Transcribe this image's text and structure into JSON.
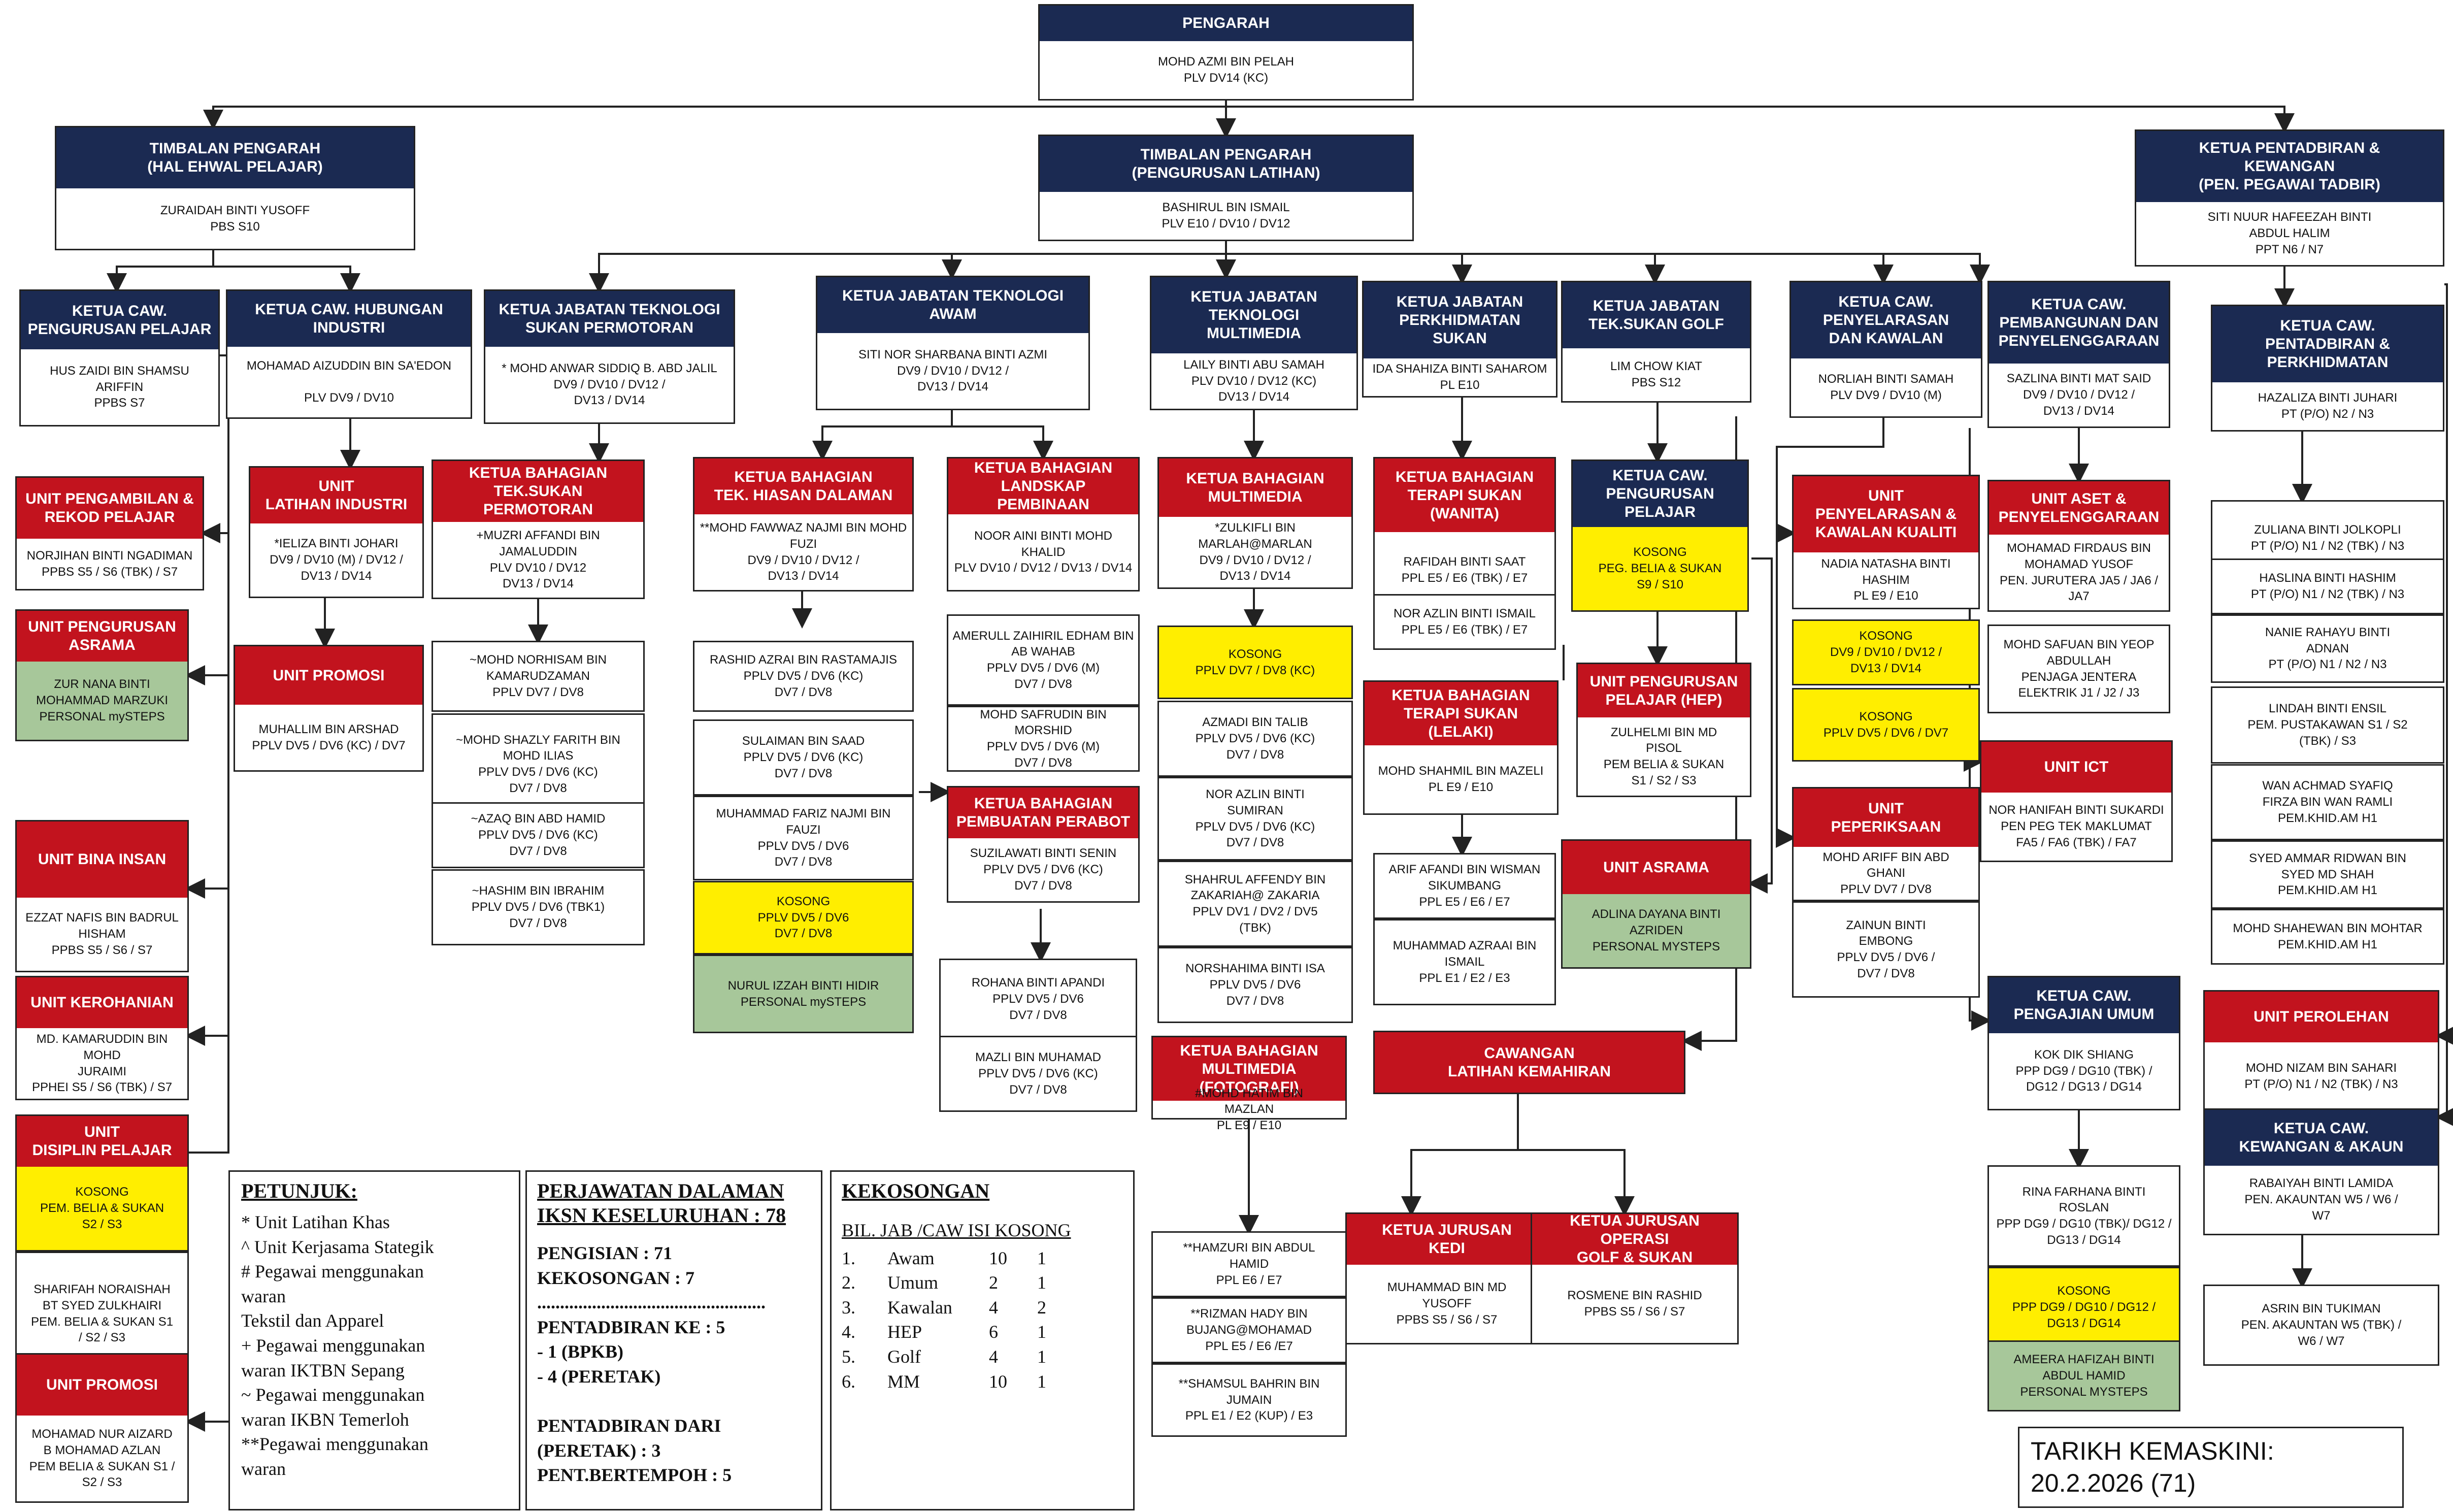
{
  "nodes": [
    {
      "id": "pengarah",
      "hdr": "PENGARAH",
      "hc": "navy",
      "body": "MOHD AZMI BIN PELAH\nPLV DV14 (KC)"
    },
    {
      "id": "tp_hep",
      "hdr": "TIMBALAN PENGARAH\n(HAL EHWAL PELAJAR)",
      "hc": "navy",
      "body": "ZURAIDAH BINTI YUSOFF\nPBS S10"
    },
    {
      "id": "tp_latihan",
      "hdr": "TIMBALAN PENGARAH\n(PENGURUSAN LATIHAN)",
      "hc": "navy",
      "body": "BASHIRUL BIN ISMAIL\nPLV E10 / DV10 / DV12"
    },
    {
      "id": "kp_kewangan",
      "hdr": "KETUA PENTADBIRAN &\nKEWANGAN\n(PEN. PEGAWAI TADBIR)",
      "hc": "navy",
      "body": "SITI NUUR HAFEEZAH BINTI\nABDUL HALIM\nPPT N6 / N7"
    },
    {
      "id": "kc_pelajar",
      "hdr": "KETUA CAW.\nPENGURUSAN PELAJAR",
      "hc": "navy",
      "body": "HUS ZAIDI BIN SHAMSU\nARIFFIN\nPPBS S7"
    },
    {
      "id": "kc_industri",
      "hdr": "KETUA CAW. HUBUNGAN\nINDUSTRI",
      "hc": "navy",
      "body": "MOHAMAD AIZUDDIN BIN SA'EDON\n\nPLV DV9 / DV10"
    },
    {
      "id": "kj_motor",
      "hdr": "KETUA JABATAN TEKNOLOGI\nSUKAN PERMOTORAN",
      "hc": "navy",
      "body": "* MOHD ANWAR SIDDIQ B. ABD JALIL\nDV9 / DV10 / DV12 /\nDV13 / DV14"
    },
    {
      "id": "kj_awam",
      "hdr": "KETUA JABATAN TEKNOLOGI\nAWAM",
      "hc": "navy",
      "body": "SITI NOR SHARBANA BINTI AZMI\nDV9 / DV10 / DV12 /\nDV13 / DV14"
    },
    {
      "id": "kj_mm",
      "hdr": "KETUA JABATAN\nTEKNOLOGI\nMULTIMEDIA",
      "hc": "navy",
      "body": "LAILY BINTI ABU SAMAH\nPLV DV10 / DV12 (KC)\nDV13 / DV14"
    },
    {
      "id": "kj_perkhidmatan",
      "hdr": "KETUA JABATAN\nPERKHIDMATAN\nSUKAN",
      "hc": "navy",
      "body": "IDA SHAHIZA BINTI SAHAROM\nPL E10"
    },
    {
      "id": "kj_golf",
      "hdr": "KETUA  JABATAN\nTEK.SUKAN GOLF",
      "hc": "navy",
      "body": "LIM CHOW KIAT\nPBS S12"
    },
    {
      "id": "kc_kawalan",
      "hdr": "KETUA CAW.\nPENYELARASAN\nDAN KAWALAN",
      "hc": "navy",
      "body": "NORLIAH BINTI SAMAH\nPLV DV9 / DV10 (M)"
    },
    {
      "id": "kc_pembangunan",
      "hdr": "KETUA CAW.\nPEMBANGUNAN DAN\nPENYELENGGARAAN",
      "hc": "navy",
      "body": "SAZLINA BINTI MAT SAID\nDV9 / DV10 / DV12 /\nDV13 / DV14"
    },
    {
      "id": "kc_pentadbiran",
      "hdr": "KETUA CAW.\nPENTADBIRAN &\nPERKHIDMATAN",
      "hc": "navy",
      "body": "HAZALIZA BINTI JUHARI\nPT (P/O) N2 / N3"
    },
    {
      "id": "u_pengambilan",
      "hdr": "UNIT PENGAMBILAN &\nREKOD PELAJAR",
      "hc": "red",
      "body": "NORJIHAN BINTI NGADIMAN\nPPBS S5 / S6 (TBK) / S7"
    },
    {
      "id": "u_asrama1",
      "hdr": "UNIT PENGURUSAN\nASRAMA",
      "hc": "red",
      "body": "ZUR NANA BINTI\nMOHAMMAD MARZUKI\nPERSONAL mySTEPS",
      "bc": "green"
    },
    {
      "id": "u_insan",
      "hdr": "UNIT BINA INSAN",
      "hc": "red",
      "body": "EZZAT NAFIS BIN BADRUL\nHISHAM\nPPBS S5 / S6 / S7"
    },
    {
      "id": "u_kerohanian",
      "hdr": "UNIT KEROHANIAN",
      "hc": "red",
      "body": "MD. KAMARUDDIN BIN MOHD\nJURAIMI\nPPHEI S5 / S6 (TBK) / S7"
    },
    {
      "id": "u_disiplin",
      "hdr": "UNIT\nDISIPLIN PELAJAR",
      "hc": "red",
      "body": "KOSONG\nPEM. BELIA & SUKAN\nS2 / S3",
      "bc": "yellow"
    },
    {
      "id": "u_disiplin2",
      "body": "SHARIFAH NORAISHAH\nBT SYED ZULKHAIRI\nPEM. BELIA & SUKAN S1\n/ S2 / S3"
    },
    {
      "id": "u_promosi1",
      "hdr": "UNIT PROMOSI",
      "hc": "red",
      "body": "MOHAMAD NUR AIZARD\nB MOHAMAD AZLAN\nPEM BELIA & SUKAN S1 /\nS2 / S3"
    },
    {
      "id": "u_latihan_ind",
      "hdr": "UNIT\nLATIHAN INDUSTRI",
      "hc": "red",
      "body": "*IELIZA BINTI JOHARI\nDV9 / DV10 (M) / DV12 /\nDV13 / DV14"
    },
    {
      "id": "u_promosi2",
      "hdr": "UNIT PROMOSI",
      "hc": "red",
      "body": "MUHALLIM BIN ARSHAD\nPPLV DV5 / DV6 (KC) / DV7"
    },
    {
      "id": "kb_motor",
      "hdr": "KETUA BAHAGIAN\nTEK.SUKAN PERMOTORAN",
      "hc": "red",
      "body": "+MUZRI AFFANDI BIN JAMALUDDIN\nPLV DV10 / DV12\nDV13 / DV14"
    },
    {
      "id": "m1",
      "body": "~MOHD NORHISAM BIN\nKAMARUDZAMAN\nPPLV DV7 / DV8"
    },
    {
      "id": "m2",
      "body": "~MOHD SHAZLY FARITH BIN\nMOHD ILIAS\nPPLV DV5 / DV6 (KC)\nDV7 / DV8"
    },
    {
      "id": "m3",
      "body": "~AZAQ BIN ABD HAMID\nPPLV DV5 / DV6 (KC)\nDV7 / DV8"
    },
    {
      "id": "m4",
      "body": "~HASHIM BIN IBRAHIM\nPPLV DV5 / DV6 (TBK1)\nDV7 / DV8"
    },
    {
      "id": "kb_hiasan",
      "hdr": "KETUA BAHAGIAN\nTEK. HIASAN DALAMAN",
      "hc": "red",
      "body": "**MOHD FAWWAZ NAJMI BIN MOHD\nFUZI\nDV9 / DV10 / DV12 /\nDV13 / DV14"
    },
    {
      "id": "h1",
      "body": "RASHID AZRAI BIN RASTAMAJIS\nPPLV DV5 / DV6 (KC)\nDV7 / DV8"
    },
    {
      "id": "h2",
      "body": "SULAIMAN BIN SAAD\nPPLV DV5 / DV6 (KC)\nDV7 / DV8"
    },
    {
      "id": "h3",
      "body": "MUHAMMAD FARIZ NAJMI BIN FAUZI\nPPLV DV5 / DV6\nDV7 / DV8"
    },
    {
      "id": "h4",
      "body": "KOSONG\nPPLV DV5 / DV6\nDV7 / DV8",
      "bc": "yellow"
    },
    {
      "id": "h5",
      "body": "NURUL IZZAH BINTI HIDIR\nPERSONAL mySTEPS",
      "bc": "green"
    },
    {
      "id": "kb_landskap",
      "hdr": "KETUA BAHAGIAN\nLANDSKAP PEMBINAAN",
      "hc": "red",
      "body": "NOOR AINI BINTI MOHD\nKHALID\nPLV DV10 / DV12 / DV13 / DV14"
    },
    {
      "id": "l1",
      "body": "AMERULL ZAIHIRIL EDHAM BIN\nAB WAHAB\nPPLV DV5 / DV6 (M)\nDV7 / DV8"
    },
    {
      "id": "l2",
      "body": "MOHD SAFRUDIN BIN MORSHID\nPPLV DV5 / DV6 (M)\nDV7 / DV8"
    },
    {
      "id": "kb_perabot",
      "hdr": "KETUA BAHAGIAN\nPEMBUATAN PERABOT",
      "hc": "red",
      "body": "SUZILAWATI BINTI SENIN\nPPLV DV5 / DV6 (KC)\nDV7 / DV8"
    },
    {
      "id": "p1",
      "body": "ROHANA BINTI APANDI\nPPLV DV5 / DV6\nDV7 / DV8"
    },
    {
      "id": "p2",
      "body": "MAZLI BIN MUHAMAD\nPPLV DV5 / DV6 (KC)\nDV7 / DV8"
    },
    {
      "id": "kb_mm",
      "hdr": "KETUA BAHAGIAN\nMULTIMEDIA",
      "hc": "red",
      "body": "*ZULKIFLI BIN MARLAH@MARLAN\nDV9 / DV10 / DV12 /\nDV13 / DV14"
    },
    {
      "id": "mm1",
      "body": "KOSONG\nPPLV DV7 / DV8 (KC)",
      "bc": "yellow"
    },
    {
      "id": "mm2",
      "body": "AZMADI BIN TALIB\nPPLV DV5 / DV6 (KC)\nDV7 / DV8"
    },
    {
      "id": "mm3",
      "body": "NOR AZLIN BINTI\nSUMIRAN\nPPLV DV5 / DV6 (KC)\nDV7 / DV8"
    },
    {
      "id": "mm4",
      "body": "SHAHRUL AFFENDY BIN\nZAKARIAH@ ZAKARIA\nPPLV DV1 / DV2 / DV5\n(TBK)"
    },
    {
      "id": "mm5",
      "body": "NORSHAHIMA BINTI ISA\nPPLV DV5 / DV6\nDV7 / DV8"
    },
    {
      "id": "kb_foto",
      "hdr": "KETUA BAHAGIAN\nMULTIMEDIA\n(FOTOGRAFI)",
      "hc": "red",
      "body": "#MOHD HATIM BIN\nMAZLAN\nPL E9 / E10"
    },
    {
      "id": "f1",
      "body": "**HAMZURI BIN ABDUL\nHAMID\nPPL E6 / E7"
    },
    {
      "id": "f2",
      "body": "**RIZMAN HADY BIN\nBUJANG@MOHAMAD\nPPL E5 / E6 /E7"
    },
    {
      "id": "f3",
      "body": "**SHAMSUL BAHRIN BIN\nJUMAIN\nPPL E1 / E2 (KUP) / E3"
    },
    {
      "id": "kb_wanita",
      "hdr": "KETUA BAHAGIAN\nTERAPI SUKAN\n(WANITA)",
      "hc": "red",
      "body": "RAFIDAH BINTI SAAT\nPPL E5 / E6 (TBK) / E7"
    },
    {
      "id": "w1",
      "body": "NOR AZLIN BINTI ISMAIL\nPPL E5 / E6 (TBK) / E7"
    },
    {
      "id": "kb_lelaki",
      "hdr": "KETUA BAHAGIAN\nTERAPI SUKAN\n(LELAKI)",
      "hc": "red",
      "body": "MOHD SHAHMIL BIN MAZELI\nPL E9 / E10"
    },
    {
      "id": "le1",
      "body": "ARIF AFANDI BIN WISMAN\nSIKUMBANG\nPPL E5 / E6 / E7"
    },
    {
      "id": "le2",
      "body": "MUHAMMAD AZRAAI BIN\nISMAIL\nPPL E1 / E2 / E3"
    },
    {
      "id": "cawangan",
      "hdr": "CAWANGAN\nLATIHAN KEMAHIRAN",
      "hc": "red"
    },
    {
      "id": "kj_kedi",
      "hdr": "KETUA JURUSAN\nKEDI",
      "hc": "red",
      "body": "MUHAMMAD BIN MD\nYUSOFF\nPPBS S5 / S6 / S7"
    },
    {
      "id": "kj_golfop",
      "hdr": "KETUA JURUSAN OPERASI\nGOLF & SUKAN",
      "hc": "red",
      "body": "ROSMENE BIN RASHID\nPPBS S5 / S6 / S7"
    },
    {
      "id": "kc_golf_pelajar",
      "hdr": "KETUA CAW.\nPENGURUSAN\nPELAJAR",
      "hc": "navy",
      "body": "KOSONG\nPEG. BELIA & SUKAN\nS9 / S10",
      "bc": "yellow"
    },
    {
      "id": "u_hep",
      "hdr": "UNIT PENGURUSAN\nPELAJAR (HEP)",
      "hc": "red",
      "body": "ZULHELMI BIN MD\nPISOL\nPEM BELIA & SUKAN\nS1 / S2 / S3"
    },
    {
      "id": "u_asrama2",
      "hdr": "UNIT ASRAMA",
      "hc": "red",
      "body": "ADLINA DAYANA BINTI\nAZRIDEN\nPERSONAL MYSTEPS",
      "bc": "green"
    },
    {
      "id": "u_kualiti",
      "hdr": "UNIT\nPENYELARASAN &\nKAWALAN KUALITI",
      "hc": "red",
      "body": "NADIA NATASHA BINTI\nHASHIM\nPL E9 / E10"
    },
    {
      "id": "k1",
      "body": "KOSONG\nDV9 / DV10 / DV12 /\nDV13 / DV14",
      "bc": "yellow"
    },
    {
      "id": "k2",
      "body": "KOSONG\nPPLV DV5 / DV6 / DV7",
      "bc": "yellow"
    },
    {
      "id": "u_periksaan",
      "hdr": "UNIT\nPEPERIKSAAN",
      "hc": "red",
      "body": "MOHD ARIFF BIN ABD\nGHANI\nPPLV DV7 / DV8"
    },
    {
      "id": "pk1",
      "body": "ZAINUN BINTI\nEMBONG\nPPLV DV5 / DV6 /\nDV7 / DV8"
    },
    {
      "id": "u_aset",
      "hdr": "UNIT ASET &\nPENYELENGGARAAN",
      "hc": "red",
      "body": "MOHAMAD FIRDAUS BIN\nMOHAMAD YUSOF\nPEN. JURUTERA JA5 / JA6 / JA7"
    },
    {
      "id": "as1",
      "body": "MOHD SAFUAN BIN YEOP\nABDULLAH\nPENJAGA JENTERA\nELEKTRIK J1 / J2 / J3"
    },
    {
      "id": "u_ict",
      "hdr": "UNIT ICT",
      "hc": "red",
      "body": "NOR HANIFAH BINTI SUKARDI\nPEN PEG TEK MAKLUMAT\nFA5 / FA6 (TBK) / FA7"
    },
    {
      "id": "kc_umum",
      "hdr": "KETUA CAW.\nPENGAJIAN UMUM",
      "hc": "navy",
      "body": "KOK DIK SHIANG\nPPP DG9 / DG10 (TBK) /\nDG12 / DG13 / DG14"
    },
    {
      "id": "um1",
      "body": "RINA FARHANA BINTI\nROSLAN\nPPP DG9 / DG10 (TBK)/ DG12 /\nDG13 / DG14"
    },
    {
      "id": "um2",
      "body": "KOSONG\nPPP DG9 / DG10 / DG12 /\nDG13 / DG14",
      "bc": "yellow"
    },
    {
      "id": "um3",
      "body": "AMEERA HAFIZAH BINTI\nABDUL HAMID\nPERSONAL MYSTEPS",
      "bc": "green"
    },
    {
      "id": "pt1",
      "body": "ZULIANA BINTI JOLKOPLI\nPT (P/O) N1 / N2 (TBK) / N3"
    },
    {
      "id": "pt2",
      "body": "HASLINA BINTI HASHIM\nPT (P/O) N1 / N2 (TBK) / N3"
    },
    {
      "id": "pt3",
      "body": "NANIE RAHAYU BINTI\nADNAN\nPT (P/O) N1 / N2 / N3"
    },
    {
      "id": "pt4",
      "body": "LINDAH BINTI ENSIL\nPEM. PUSTAKAWAN S1 / S2\n(TBK) / S3"
    },
    {
      "id": "pt5",
      "body": "WAN ACHMAD SYAFIQ\nFIRZA BIN WAN RAMLI\nPEM.KHID.AM H1"
    },
    {
      "id": "pt6",
      "body": "SYED AMMAR RIDWAN BIN\nSYED MD SHAH\nPEM.KHID.AM H1"
    },
    {
      "id": "pt7",
      "body": "MOHD SHAHEWAN BIN MOHTAR\nPEM.KHID.AM H1"
    },
    {
      "id": "u_perolehan",
      "hdr": "UNIT PEROLEHAN",
      "hc": "red",
      "body": "MOHD NIZAM BIN SAHARI\nPT (P/O) N1 / N2 (TBK) / N3"
    },
    {
      "id": "kc_akaun",
      "hdr": "KETUA CAW.\nKEWANGAN & AKAUN",
      "hc": "navy",
      "body": "RABAIYAH BINTI LAMIDA\nPEN. AKAUNTAN W5 / W6 /\nW7"
    },
    {
      "id": "ak1",
      "body": "ASRIN BIN TUKIMAN\nPEN. AKAUNTAN W5 (TBK) /\nW6 / W7"
    }
  ],
  "legend": {
    "petunjuk_title": "PETUNJUK:",
    "petunjuk_text": "* Unit Latihan Khas\n    ^ Unit Kerjasama Stategik\n# Pegawai menggunakan\n   waran\n   Tekstil dan Apparel\n+ Pegawai menggunakan\n   waran IKTBN Sepang\n~ Pegawai menggunakan\n   waran IKBN Temerloh\n**Pegawai menggunakan\n   waran",
    "perjawatan_title": "PERJAWATAN DALAMAN\nIKSN KESELURUHAN : 78",
    "perjawatan_text": "PENGISIAN              : 71\nKEKOSONGAN          : 7\n..................................................\nPENTADBIRAN KE      : 5\n - 1 (BPKB)\n - 4 (PERETAK)\n\nPENTADBIRAN DARI\n(PERETAK)                  : 3\nPENT.BERTEMPOH      : 5",
    "kekosongan_title": "KEKOSONGAN",
    "kekosongan_header": "BIL. JAB /CAW ISI  KOSONG",
    "kekosongan_rows": [
      {
        "bil": "1.",
        "jab": "Awam",
        "isi": "10",
        "kosong": "1"
      },
      {
        "bil": "2.",
        "jab": "Umum",
        "isi": "2",
        "kosong": "1"
      },
      {
        "bil": "3.",
        "jab": "Kawalan",
        "isi": "4",
        "kosong": "2"
      },
      {
        "bil": "4.",
        "jab": "HEP",
        "isi": "6",
        "kosong": "1"
      },
      {
        "bil": "5.",
        "jab": "Golf",
        "isi": "4",
        "kosong": "1"
      },
      {
        "bil": "6.",
        "jab": "MM",
        "isi": "10",
        "kosong": "1"
      }
    ]
  },
  "tarikh": {
    "label": "TARIKH KEMASKINI:",
    "value": "20.2.2026 (71)"
  },
  "colors": {
    "navy": "#1b2a52",
    "red": "#c2131e",
    "yellow": "#ffee00",
    "green": "#a7c79a"
  }
}
